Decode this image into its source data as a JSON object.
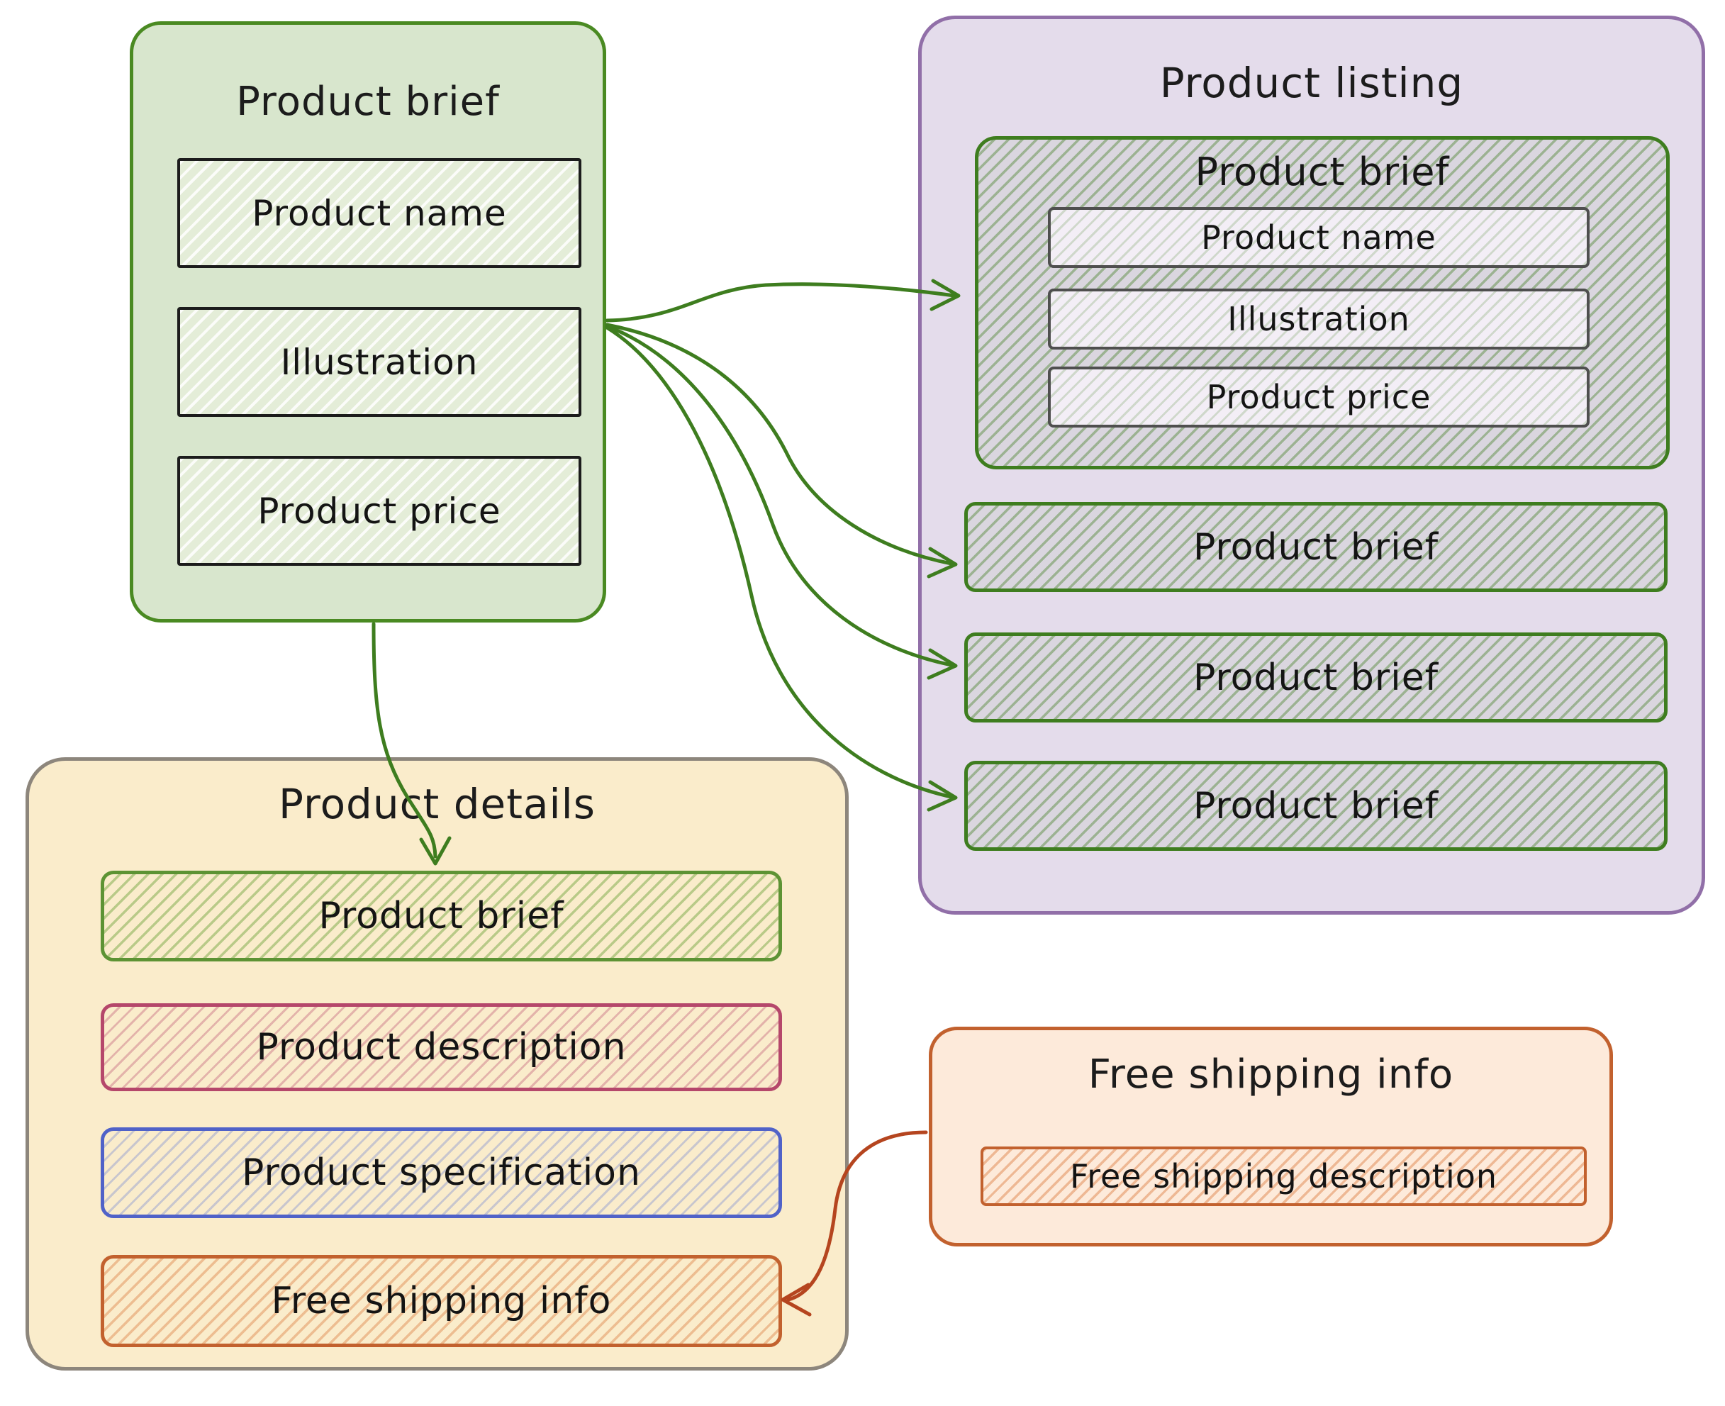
{
  "diagram": {
    "product_brief_panel": {
      "title": "Product brief",
      "fields": [
        "Product name",
        "Illustration",
        "Product price"
      ]
    },
    "product_listing_panel": {
      "title": "Product listing",
      "brief_card": {
        "title": "Product brief",
        "fields": [
          "Product name",
          "Illustration",
          "Product price"
        ]
      },
      "brief_rows": [
        "Product brief",
        "Product brief",
        "Product brief"
      ]
    },
    "product_details_panel": {
      "title": "Product details",
      "rows": [
        "Product brief",
        "Product description",
        "Product specification",
        "Free shipping info"
      ]
    },
    "free_shipping_panel": {
      "title": "Free shipping info",
      "rows": [
        "Free shipping description"
      ]
    },
    "colors": {
      "brief_panel_fill": "#d8e6cd",
      "brief_panel_border": "#4a8a22",
      "listing_panel_fill": "#e4dceb",
      "listing_panel_border": "#916fa8",
      "details_panel_fill": "#faeccb",
      "details_panel_border": "#8d867c",
      "shipping_panel_fill": "#fdeada",
      "shipping_panel_border": "#c2612e",
      "arrow_green": "#3e7d1f",
      "arrow_orange": "#b5451f",
      "row_green_border": "#5d9334",
      "row_pink_border": "#b5476b",
      "row_blue_border": "#5062c8",
      "row_orange_border": "#c2612e"
    },
    "connections": [
      {
        "from": "product-brief-panel",
        "to": "product-listing-brief-card",
        "color": "#3e7d1f"
      },
      {
        "from": "product-brief-panel",
        "to": "product-listing-brief-row-1",
        "color": "#3e7d1f"
      },
      {
        "from": "product-brief-panel",
        "to": "product-listing-brief-row-2",
        "color": "#3e7d1f"
      },
      {
        "from": "product-brief-panel",
        "to": "product-listing-brief-row-3",
        "color": "#3e7d1f"
      },
      {
        "from": "product-brief-panel",
        "to": "product-details-brief-row",
        "color": "#3e7d1f"
      },
      {
        "from": "free-shipping-panel",
        "to": "product-details-free-shipping-row",
        "color": "#b5451f"
      }
    ]
  }
}
